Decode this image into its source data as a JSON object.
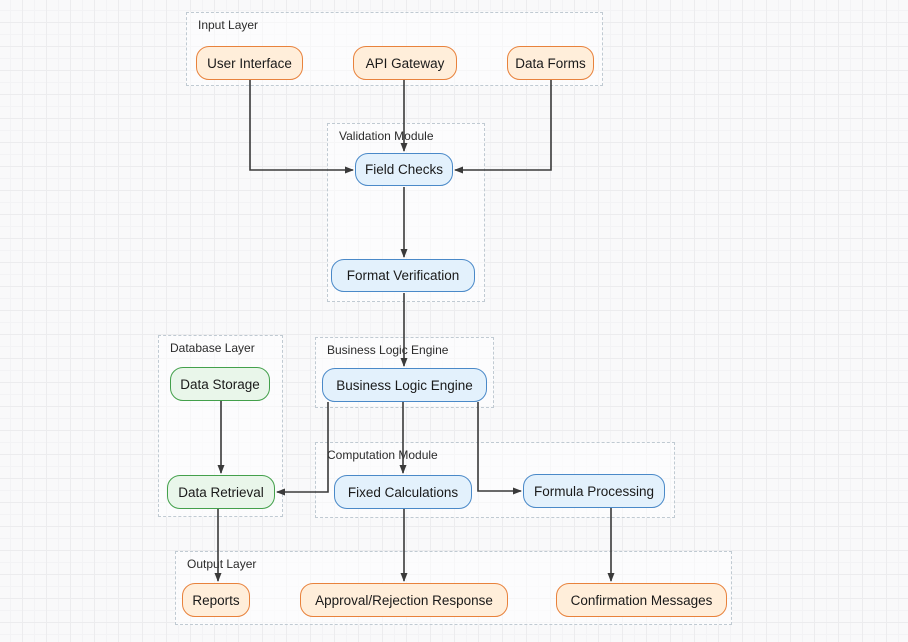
{
  "diagram": {
    "groups": [
      {
        "id": "input-layer",
        "title": "Input Layer"
      },
      {
        "id": "validation-module",
        "title": "Validation Module"
      },
      {
        "id": "database-layer",
        "title": "Database Layer"
      },
      {
        "id": "business-logic-engine",
        "title": "Business Logic Engine"
      },
      {
        "id": "computation-module",
        "title": "Computation Module"
      },
      {
        "id": "output-layer",
        "title": "Output Layer"
      }
    ],
    "nodes": [
      {
        "id": "user-interface",
        "label": "User Interface",
        "group": "input-layer",
        "color": "orange"
      },
      {
        "id": "api-gateway",
        "label": "API Gateway",
        "group": "input-layer",
        "color": "orange"
      },
      {
        "id": "data-forms",
        "label": "Data Forms",
        "group": "input-layer",
        "color": "orange"
      },
      {
        "id": "field-checks",
        "label": "Field Checks",
        "group": "validation-module",
        "color": "blue"
      },
      {
        "id": "format-verification",
        "label": "Format Verification",
        "group": "validation-module",
        "color": "blue"
      },
      {
        "id": "data-storage",
        "label": "Data Storage",
        "group": "database-layer",
        "color": "green"
      },
      {
        "id": "data-retrieval",
        "label": "Data Retrieval",
        "group": "database-layer",
        "color": "green"
      },
      {
        "id": "business-logic-engine-node",
        "label": "Business Logic Engine",
        "group": "business-logic-engine",
        "color": "blue"
      },
      {
        "id": "fixed-calculations",
        "label": "Fixed Calculations",
        "group": "computation-module",
        "color": "blue"
      },
      {
        "id": "formula-processing",
        "label": "Formula Processing",
        "group": "computation-module",
        "color": "blue"
      },
      {
        "id": "reports",
        "label": "Reports",
        "group": "output-layer",
        "color": "orange"
      },
      {
        "id": "approval-rejection-response",
        "label": "Approval/Rejection Response",
        "group": "output-layer",
        "color": "orange"
      },
      {
        "id": "confirmation-messages",
        "label": "Confirmation Messages",
        "group": "output-layer",
        "color": "orange"
      }
    ],
    "edges": [
      {
        "from": "user-interface",
        "to": "field-checks"
      },
      {
        "from": "api-gateway",
        "to": "field-checks"
      },
      {
        "from": "data-forms",
        "to": "field-checks"
      },
      {
        "from": "field-checks",
        "to": "format-verification"
      },
      {
        "from": "format-verification",
        "to": "business-logic-engine-node"
      },
      {
        "from": "data-storage",
        "to": "data-retrieval"
      },
      {
        "from": "business-logic-engine-node",
        "to": "data-retrieval"
      },
      {
        "from": "business-logic-engine-node",
        "to": "fixed-calculations"
      },
      {
        "from": "business-logic-engine-node",
        "to": "formula-processing"
      },
      {
        "from": "data-retrieval",
        "to": "reports"
      },
      {
        "from": "fixed-calculations",
        "to": "approval-rejection-response"
      },
      {
        "from": "formula-processing",
        "to": "confirmation-messages"
      }
    ],
    "palette": {
      "orange_fill": "#ffeeda",
      "orange_stroke": "#e8823c",
      "blue_fill": "#e3f1fc",
      "blue_stroke": "#4a89c8",
      "green_fill": "#e9f6ea",
      "green_stroke": "#43a04b",
      "edge_stroke": "#3a3a3a",
      "group_border": "#c0cad2",
      "canvas_background": "#f9f9fa",
      "grid_line": "#ececee",
      "text": "#1a1a1a"
    }
  }
}
